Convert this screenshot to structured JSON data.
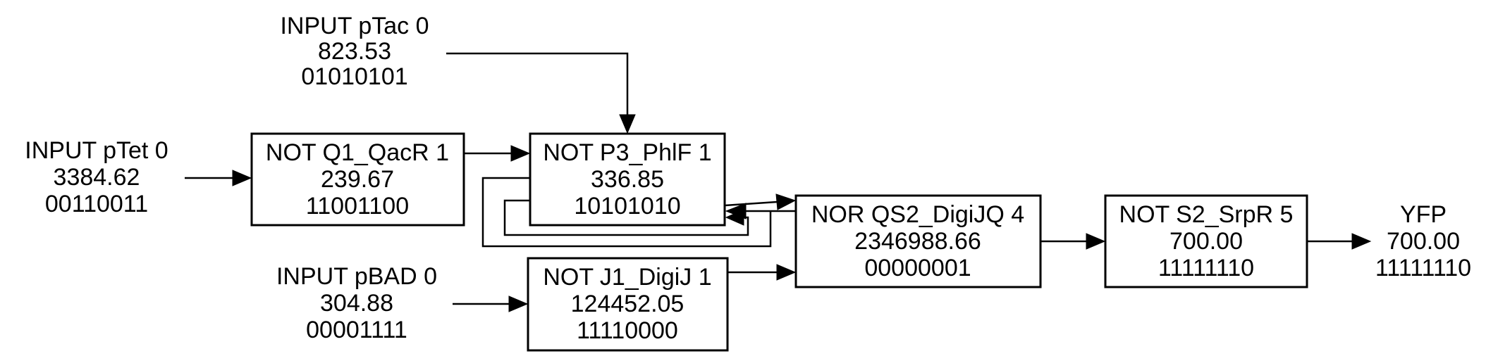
{
  "inputs": {
    "ptac": {
      "line1": "INPUT pTac 0",
      "line2": "823.53",
      "line3": "01010101"
    },
    "ptet": {
      "line1": "INPUT pTet 0",
      "line2": "3384.62",
      "line3": "00110011"
    },
    "pbad": {
      "line1": "INPUT pBAD 0",
      "line2": "304.88",
      "line3": "00001111"
    }
  },
  "gates": {
    "qacr": {
      "line1": "NOT Q1_QacR 1",
      "line2": "239.67",
      "line3": "11001100"
    },
    "phlf": {
      "line1": "NOT P3_PhlF 1",
      "line2": "336.85",
      "line3": "10101010"
    },
    "digij": {
      "line1": "NOT J1_DigiJ 1",
      "line2": "124452.05",
      "line3": "11110000"
    },
    "digijq": {
      "line1": "NOR QS2_DigiJQ 4",
      "line2": "2346988.66",
      "line3": "00000001"
    },
    "srpr": {
      "line1": "NOT S2_SrpR 5",
      "line2": "700.00",
      "line3": "11111110"
    }
  },
  "output": {
    "yfp": {
      "line1": "YFP",
      "line2": "700.00",
      "line3": "11111110"
    }
  }
}
